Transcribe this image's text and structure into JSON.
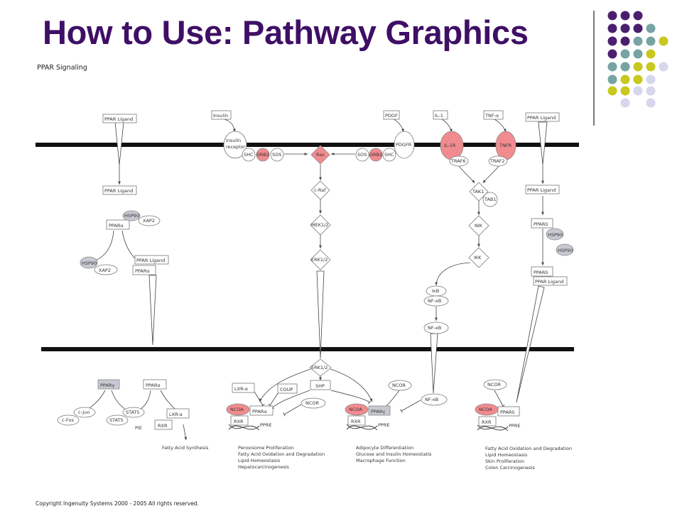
{
  "slide_title": "How to Use: Pathway Graphics",
  "pathway_title": "PPAR Signaling",
  "copyright": "Copyright Ingenuity Systems 2000 - 2005 All rights reserved.",
  "colors": {
    "title": "#3f0f66",
    "purple_dot": "#4b1f6f",
    "teal_dot": "#77a3a3",
    "yellow_dot": "#c8c81e",
    "lavender_dot": "#d6d6ec",
    "pink_node": "#f28b8f",
    "grey_node": "#c7cad3"
  },
  "labels": {
    "ppar_ligand": "PPAR Ligand",
    "insulin": "Insulin",
    "insulin_receptor_1": "Insulin",
    "insulin_receptor_2": "receptor",
    "pdgf": "PDGF",
    "il1": "IL-1",
    "tnfa": "TNF-α",
    "shc": "SHC",
    "grb2": "GRB2",
    "sos": "SOS",
    "ras": "Ras",
    "pdgfr": "PDGFR",
    "il1r": "IL-1R",
    "tnfr": "TNFR",
    "traf6": "TRAF6",
    "traf2": "TRAF2",
    "craf": "c-Raf",
    "tak1": "TAK1",
    "tab1": "TAB1",
    "mek12": "MEK1/2",
    "nik": "NIK",
    "erk12": "ERK1/2",
    "ikk": "IKK",
    "ikb": "IκB",
    "nfkb": "NF-κB",
    "hsp90": "HSP90",
    "xap2": "XAP2",
    "ppara": "PPARα",
    "ppard": "PPARδ",
    "pparg": "PPARγ",
    "cjun": "c-Jun",
    "cfos": "c-Fos",
    "stat5": "STAT5",
    "pie": "PIE",
    "lxra": "LXR-α",
    "rxr": "RXR",
    "coup": "COUP",
    "shp": "SHP",
    "ncor": "NCOR",
    "ncoa": "NCOA",
    "ppre": "PPRE"
  },
  "outcomes": {
    "fatty_acid_synthesis": "Fatty Acid Synthesis",
    "alpha": [
      "Peroxisome Proliferation",
      "Fatty Acid Oxidation and Degradation",
      "Lipid Homeostasis",
      "Hepatocarcinogenesis"
    ],
    "gamma": [
      "Adipocyte Differentiation",
      "Glucose and Insulin Homeostatis",
      "Macrophage Function"
    ],
    "delta": [
      "Fatty Acid Oxidation and Degradation",
      "Lipid Homeostasis",
      "Skin Proliferation",
      "Colon Carcinogenesis"
    ]
  }
}
